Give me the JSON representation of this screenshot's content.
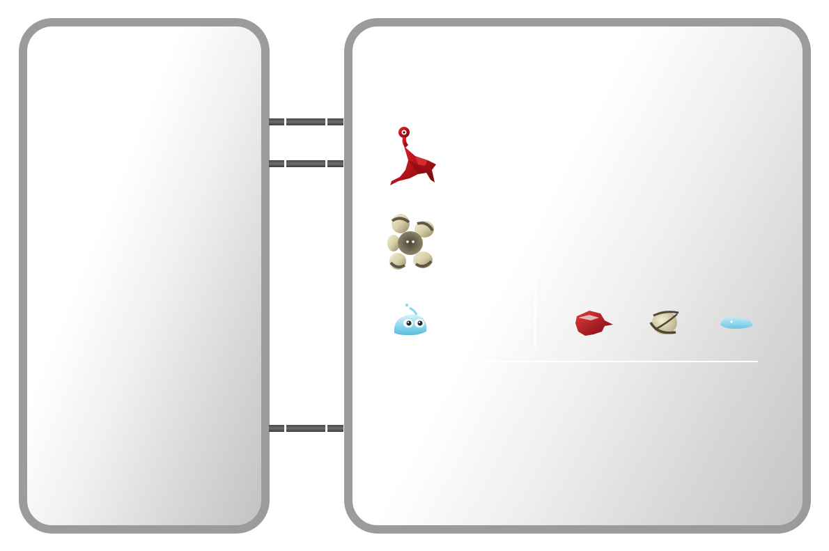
{
  "scene": {
    "left_panel": {
      "name": "empty-panel"
    },
    "right_panel": {
      "name": "creature-panel"
    },
    "connectors": [
      {
        "name": "connector-top"
      },
      {
        "name": "connector-middle"
      },
      {
        "name": "connector-bottom"
      }
    ],
    "creatures": [
      {
        "name": "red-creature-icon",
        "color": "#c0141a"
      },
      {
        "name": "striped-star-creature-icon",
        "color": "#6e6650"
      },
      {
        "name": "blue-blob-creature-icon",
        "color": "#7fd3e8"
      }
    ],
    "mini_creatures": [
      {
        "name": "red-mini-creature-icon",
        "color": "#c0141a"
      },
      {
        "name": "ring-mini-creature-icon",
        "color": "#5a5440"
      },
      {
        "name": "blue-mini-creature-icon",
        "color": "#7fd3e8"
      }
    ]
  }
}
